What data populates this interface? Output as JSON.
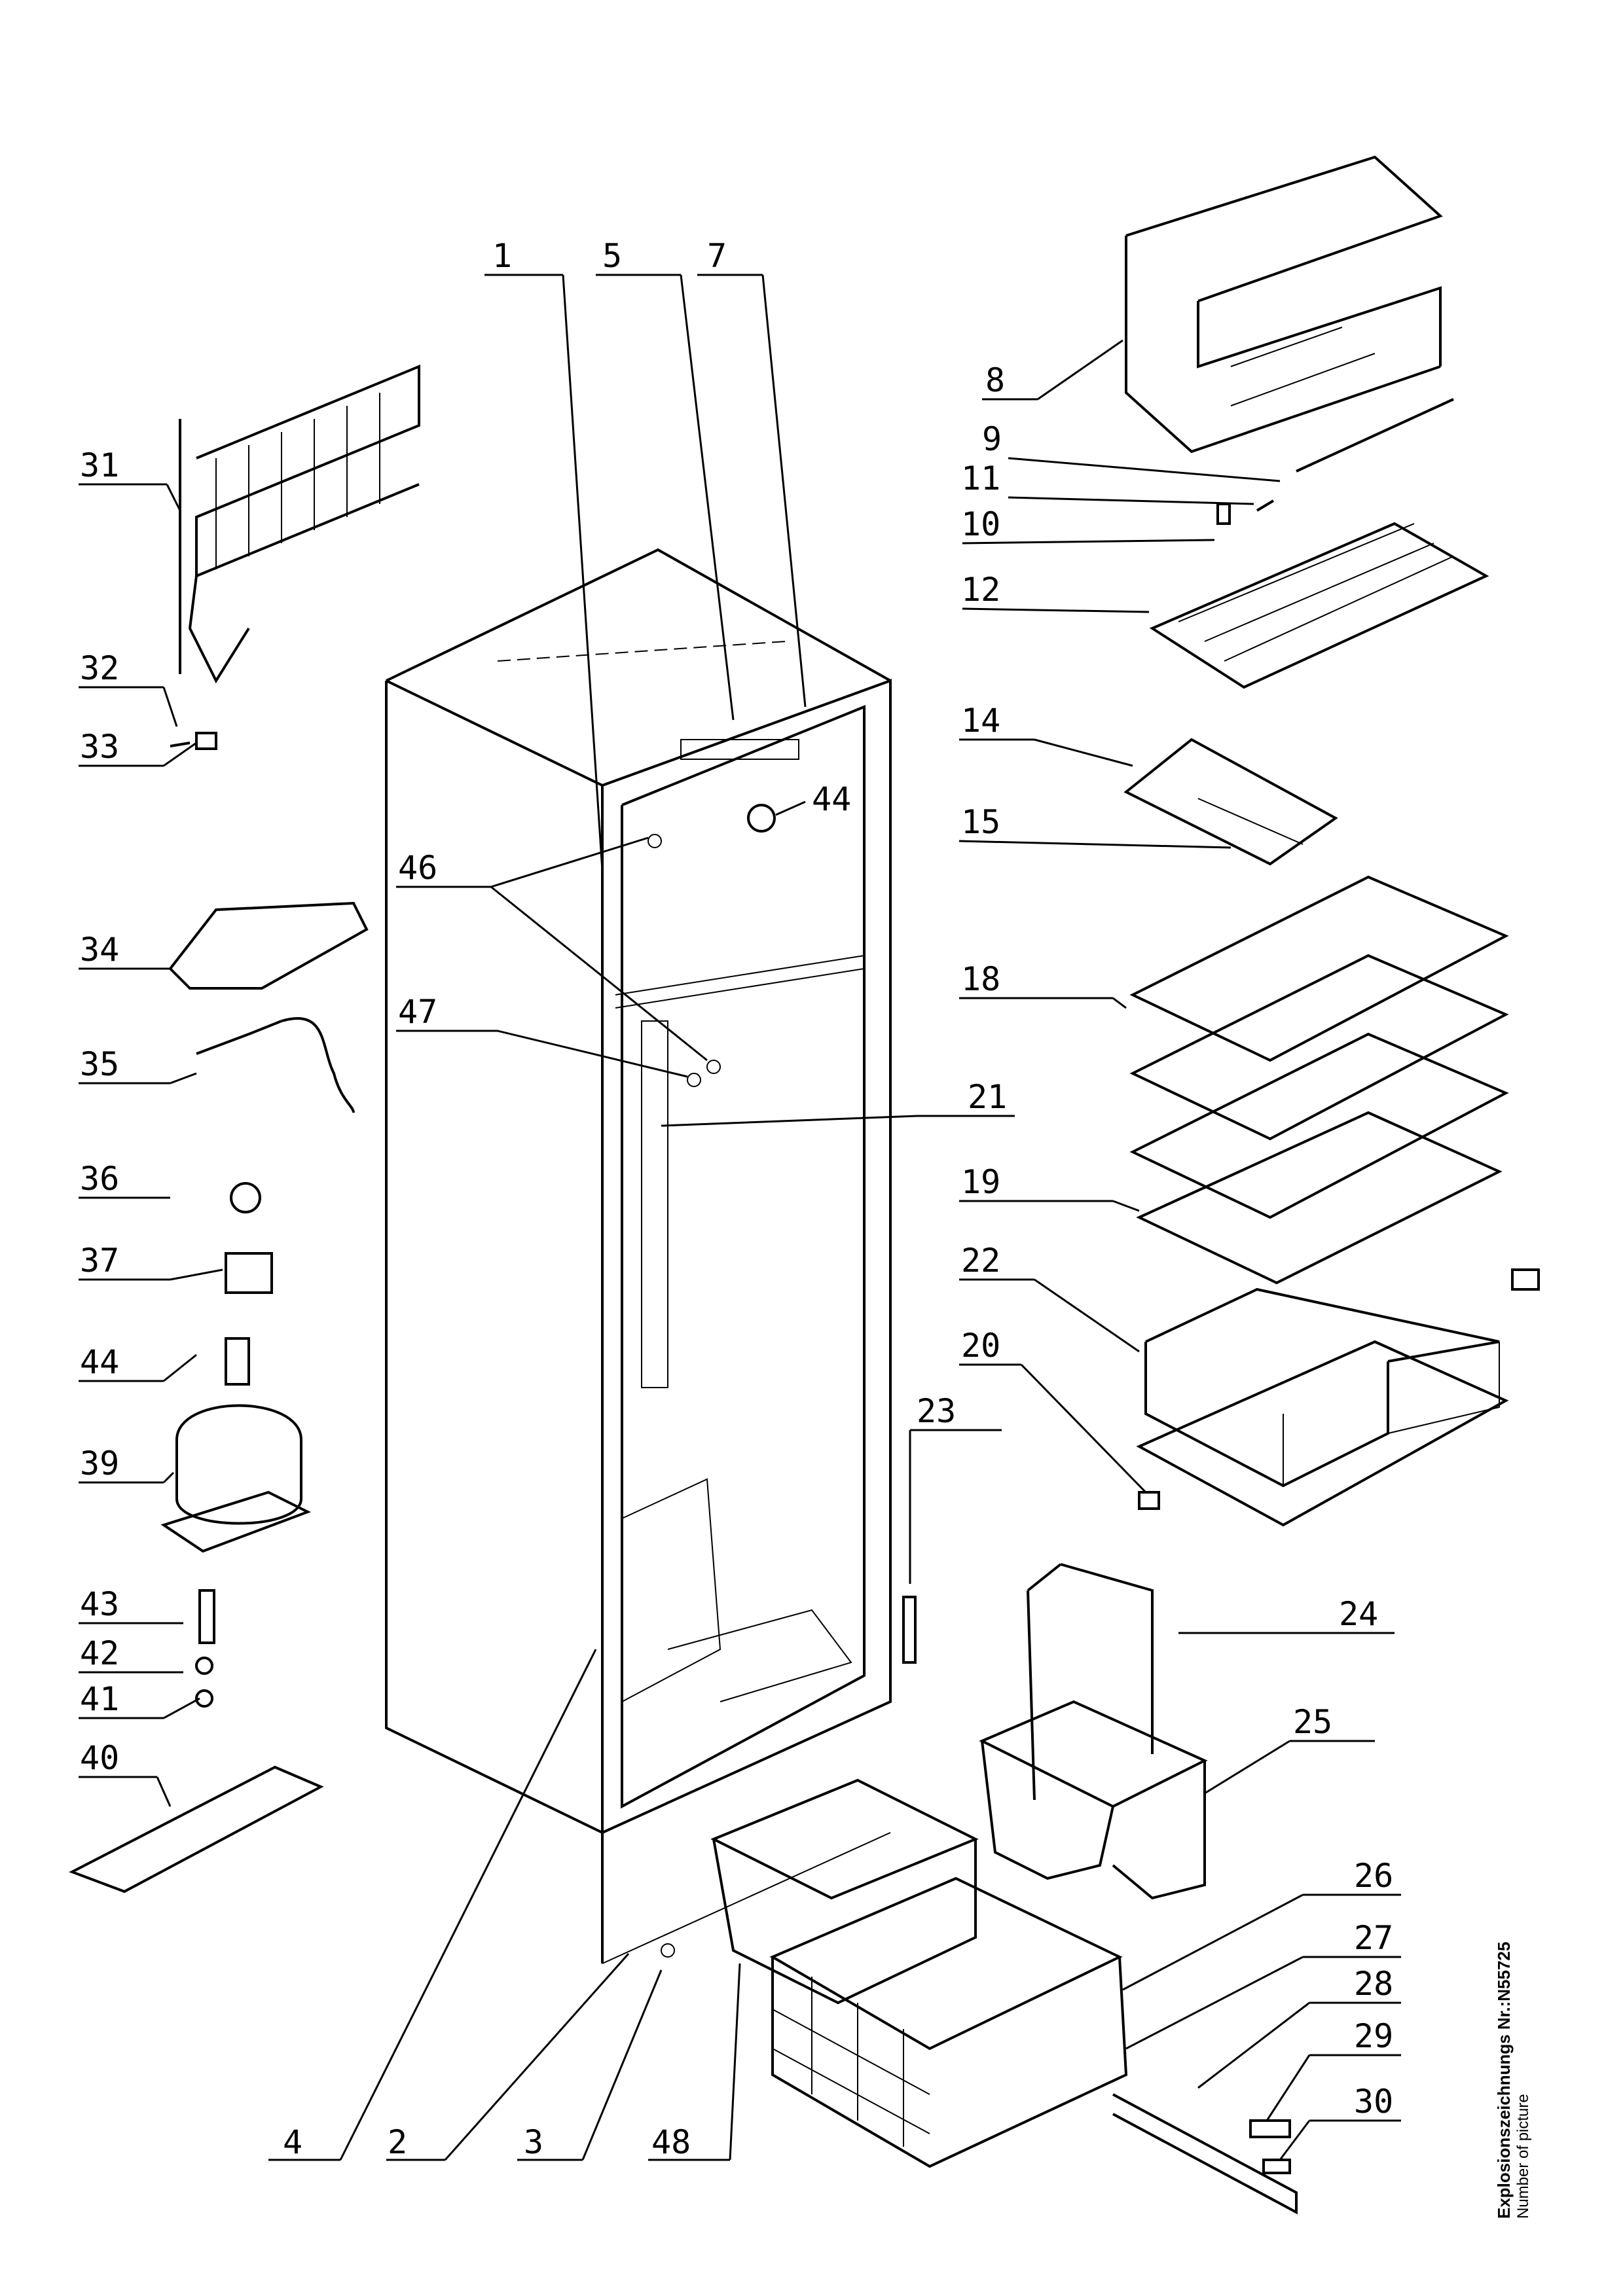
{
  "diagram": {
    "part_numbers": [
      "1",
      "2",
      "3",
      "4",
      "5",
      "7",
      "8",
      "9",
      "10",
      "11",
      "12",
      "14",
      "15",
      "18",
      "19",
      "20",
      "21",
      "22",
      "23",
      "24",
      "25",
      "26",
      "27",
      "28",
      "29",
      "30",
      "31",
      "32",
      "33",
      "34",
      "35",
      "36",
      "37",
      "39",
      "40",
      "41",
      "42",
      "43",
      "44",
      "46",
      "47",
      "48"
    ]
  },
  "caption": {
    "line1": "Explosionszeichnungs Nr.:N55725",
    "line2": "Number of picture"
  }
}
